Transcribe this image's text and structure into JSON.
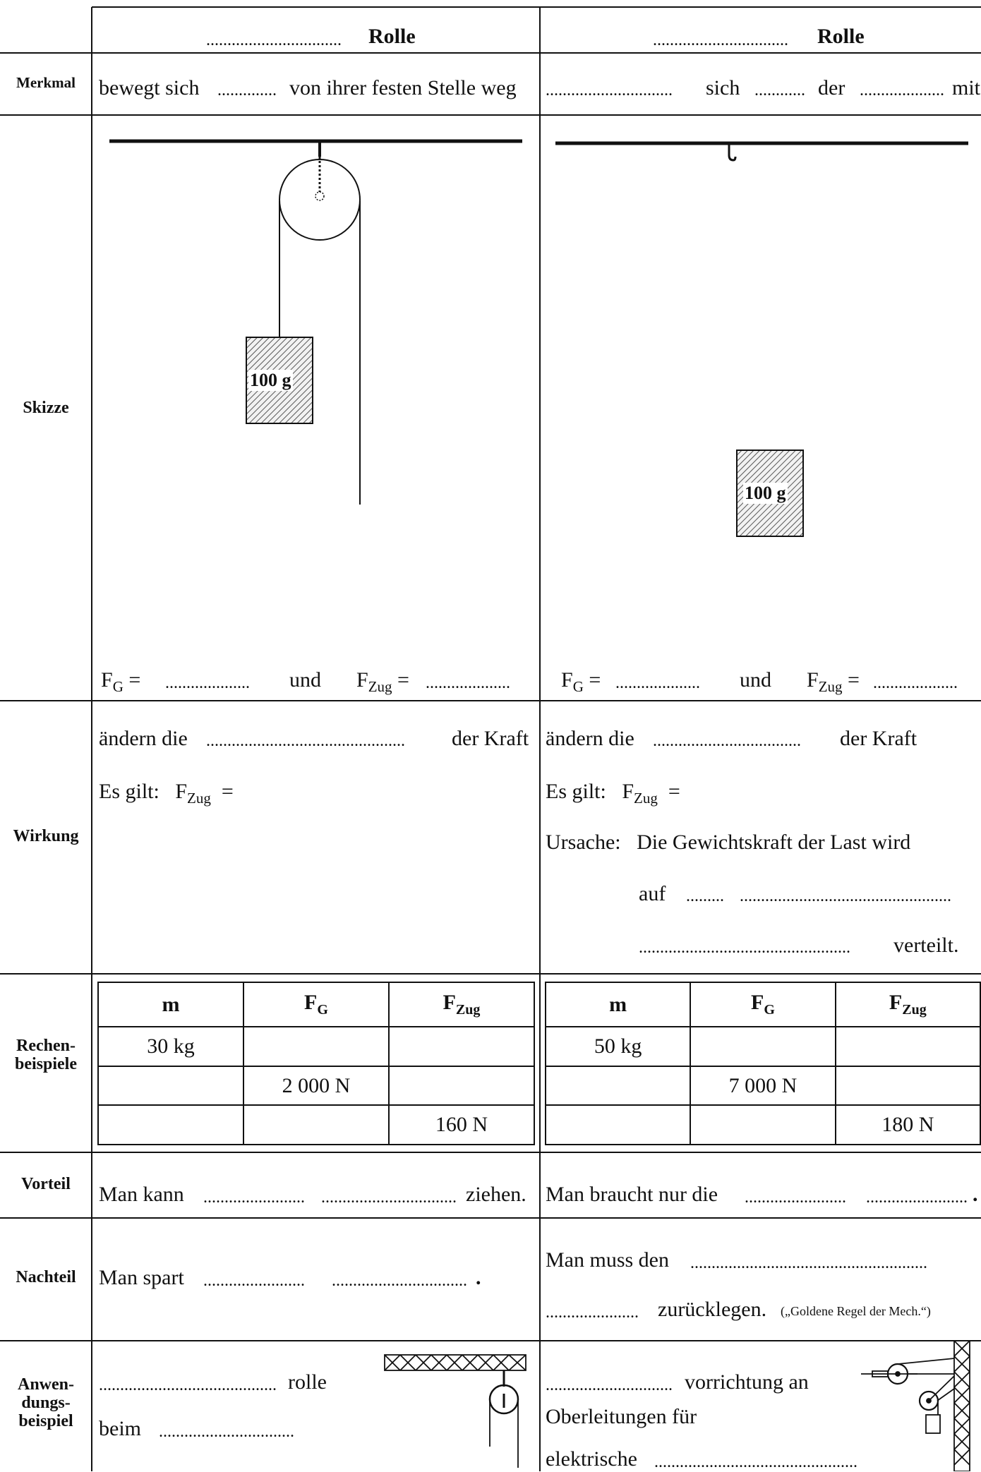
{
  "header": {
    "left": {
      "blank": "................................",
      "word": "Rolle"
    },
    "right": {
      "blank": "................................",
      "word": "Rolle"
    }
  },
  "rows": {
    "merkmal": "Merkmal",
    "skizze": "Skizze",
    "wirkung": "Wirkung",
    "rechen_1": "Rechen-",
    "rechen_2": "beispiele",
    "vorteil": "Vorteil",
    "nachteil": "Nachteil",
    "anwend_1": "Anwen-",
    "anwend_2": "dungs-",
    "anwend_3": "beispiel"
  },
  "merkmal": {
    "left": {
      "a": "bewegt sich",
      "blank": "..............",
      "b": "von ihrer festen Stelle weg"
    },
    "right": {
      "blank1": "..............................",
      "a": "sich",
      "blank2": "............",
      "b": "der",
      "blank3": "....................",
      "c": "mit"
    }
  },
  "skizze": {
    "left": {
      "mass_label": "100 g",
      "fg": "F",
      "fg_sub": "G",
      "eq1": "=",
      "blank1": "....................",
      "und": "und",
      "fz": "F",
      "fz_sub": "Zug",
      "eq2": "=",
      "blank2": "...................."
    },
    "right": {
      "mass_label": "100 g",
      "fg": "F",
      "fg_sub": "G",
      "eq1": "=",
      "blank1": "....................",
      "und": "und",
      "fz": "F",
      "fz_sub": "Zug",
      "eq2": "=",
      "blank2": "...................."
    }
  },
  "wirkung": {
    "left": {
      "l1a": "ändern die",
      "l1blank": "...............................................",
      "l1b": "der Kraft",
      "l2a": "Es gilt:",
      "l2f": "F",
      "l2sub": "Zug",
      "l2eq": "="
    },
    "right": {
      "l1a": "ändern die",
      "l1blank": "...................................",
      "l1b": "der Kraft",
      "l2a": "Es gilt:",
      "l2f": "F",
      "l2sub": "Zug",
      "l2eq": "=",
      "l3": "Ursache:   Die Gewichtskraft der Last wird",
      "l4a": "auf",
      "l4blank1": ".........",
      "l4blank2": "..................................................",
      "l5blank": "..................................................",
      "l5b": "verteilt."
    }
  },
  "rechen": {
    "left": {
      "headers": [
        {
          "t": "m",
          "s": ""
        },
        {
          "t": "F",
          "s": "G"
        },
        {
          "t": "F",
          "s": "Zug"
        }
      ],
      "rows": [
        [
          "30 kg",
          "",
          ""
        ],
        [
          "",
          "2 000 N",
          ""
        ],
        [
          "",
          "",
          "160 N"
        ]
      ]
    },
    "right": {
      "headers": [
        {
          "t": "m",
          "s": ""
        },
        {
          "t": "F",
          "s": "G"
        },
        {
          "t": "F",
          "s": "Zug"
        }
      ],
      "rows": [
        [
          "50 kg",
          "",
          ""
        ],
        [
          "",
          "7 000 N",
          ""
        ],
        [
          "",
          "",
          "180 N"
        ]
      ]
    }
  },
  "vorteil": {
    "left": {
      "a": "Man kann",
      "blank1": "........................",
      "blank2": "................................",
      "b": "ziehen."
    },
    "right": {
      "a": "Man braucht nur die",
      "blank1": "........................",
      "blank2": "........................",
      "b": "."
    }
  },
  "nachteil": {
    "left": {
      "a": "Man spart",
      "blank1": "........................",
      "blank2": "................................",
      "b": "."
    },
    "right": {
      "l1a": "Man muss den",
      "l1blank": "........................................................",
      "l2blank": "......................",
      "l2b": "zurücklegen.",
      "l2c": "(„Goldene Regel der Mech.“)"
    }
  },
  "anwendung": {
    "left": {
      "l1blank": "..........................................",
      "l1b": "rolle",
      "l2a": "beim",
      "l2blank": "................................"
    },
    "right": {
      "l1blank": "..............................",
      "l1b": "vorrichtung an",
      "l2": "Oberleitungen für",
      "l3a": "elektrische",
      "l3blank": "................................................"
    }
  }
}
